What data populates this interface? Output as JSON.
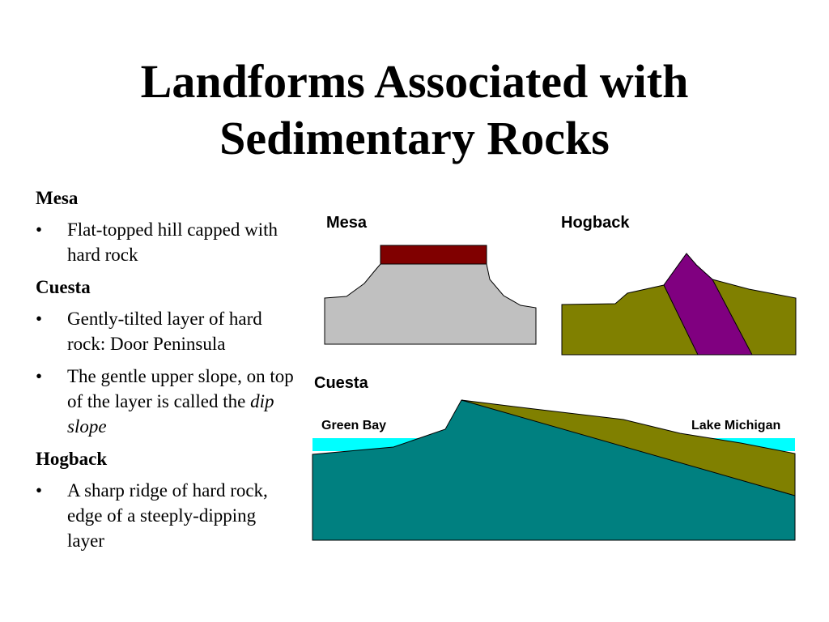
{
  "slide": {
    "title_line1": "Landforms Associated with",
    "title_line2": "Sedimentary Rocks"
  },
  "left": {
    "mesa": {
      "heading": "Mesa",
      "bullet1": "Flat-topped hill capped with hard rock"
    },
    "cuesta": {
      "heading": "Cuesta",
      "bullet1": "Gently-tilted layer of hard rock: Door Peninsula",
      "bullet2_prefix": "The gentle upper slope, on top of the layer is called the ",
      "bullet2_emph": "dip slope"
    },
    "hogback": {
      "heading": "Hogback",
      "bullet1": "A sharp ridge of hard rock, edge of a steeply-dipping layer"
    },
    "bullet_glyph": "•"
  },
  "diagram": {
    "mesa_label": "Mesa",
    "hogback_label": "Hogback",
    "cuesta_label": "Cuesta",
    "green_bay_label": "Green Bay",
    "lake_michigan_label": "Lake Michigan",
    "colors": {
      "mesa_cap": "#800000",
      "mesa_body": "#c0c0c0",
      "hogback_ground": "#808000",
      "hogback_layer": "#800080",
      "cuesta_layer": "#808000",
      "cuesta_base": "#008080",
      "water": "#00ffff"
    }
  }
}
